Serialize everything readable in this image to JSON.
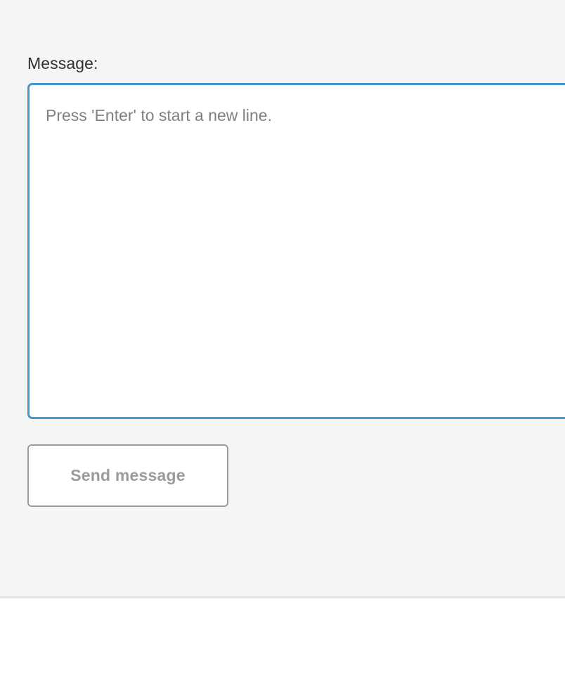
{
  "panel": {
    "background_color": "#f5f5f5",
    "divider_color": "#e4e4e4"
  },
  "compose": {
    "label": "Message:",
    "textarea": {
      "value": "",
      "placeholder": "Press 'Enter' to start a new line.",
      "focused": true,
      "focus_border_color": "#4398ce",
      "placeholder_color": "#808080"
    },
    "send_button": {
      "label": "Send message",
      "text_color": "#9b9b9b",
      "border_color": "#9b9b9b",
      "background_color": "#ffffff"
    }
  }
}
